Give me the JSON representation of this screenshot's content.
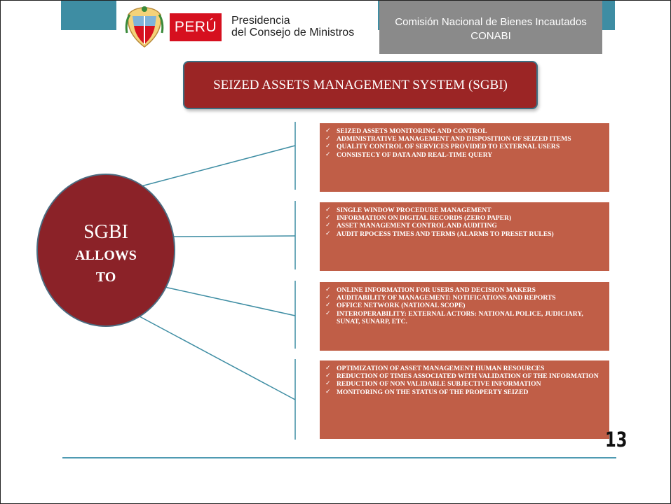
{
  "header": {
    "country_label": "PERÚ",
    "org_line1": "Presidencia",
    "org_line2": "del Consejo de Ministros",
    "agency_line1": "Comisión Nacional de Bienes Incautados",
    "agency_line2": "CONABI",
    "bar_color": "#3e8da3",
    "flag_red": "#d6101f"
  },
  "title": "SEIZED ASSETS MANAGEMENT SYSTEM (SGBI)",
  "circle": {
    "main": "SGBI",
    "line1": "ALLOWS",
    "line2": "TO"
  },
  "panels": [
    {
      "items": [
        "SEIZED ASSETS MONITORING AND CONTROL",
        "ADMINISTRATIVE MANAGEMENT AND DISPOSITION OF SEIZED ITEMS",
        "QUALITY CONTROL OF SERVICES PROVIDED TO EXTERNAL USERS",
        "CONSISTECY OF DATA AND REAL-TIME QUERY"
      ]
    },
    {
      "items": [
        "SINGLE WINDOW  PROCEDURE MANAGEMENT",
        "INFORMATION ON DIGITAL RECORDS (ZERO PAPER)",
        "ASSET MANAGEMENT CONTROL AND AUDITING",
        "AUDIT RPOCESS TIMES AND TERMS (ALARMS TO PRESET RULES)"
      ]
    },
    {
      "items": [
        "ONLINE INFORMATION FOR USERS AND DECISION MAKERS",
        "AUDITABILITY OF MANAGEMENT: NOTIFICATIONS AND REPORTS",
        "OFFICE NETWORK (NATIONAL SCOPE)",
        "INTEROPERABILITY: EXTERNAL ACTORS: NATIONAL POLICE, JUDICIARY, SUNAT, SUNARP, ETC."
      ]
    },
    {
      "items": [
        "OPTIMIZATION OF ASSET MANAGEMENT HUMAN RESOURCES",
        "REDUCTION OF TIMES ASSOCIATED WITH VALIDATION OF THE INFORMATION",
        "REDUCTION OF NON VALIDABLE SUBJECTIVE INFORMATION",
        "MONITORING ON THE STATUS OF THE PROPERTY SEIZED"
      ]
    }
  ],
  "check_glyph": "✓",
  "page_number": "13",
  "colors": {
    "title_fill": "#9b2525",
    "circle_fill": "#8b2228",
    "panel_fill": "#c05e47",
    "connector": "#3e8da3"
  }
}
